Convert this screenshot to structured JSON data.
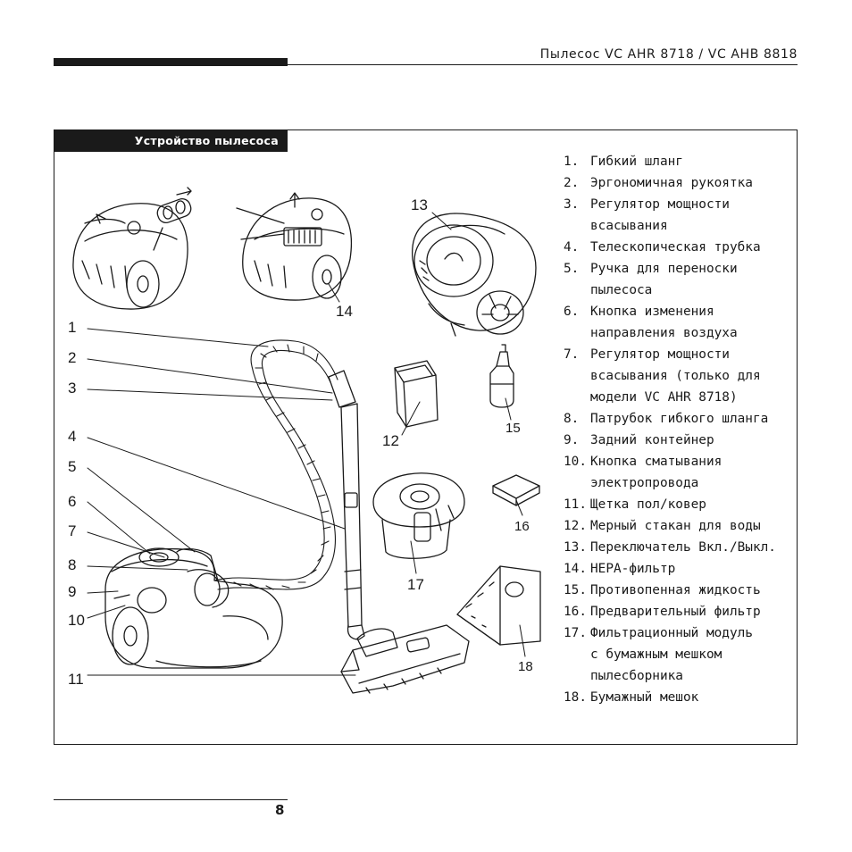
{
  "header": {
    "title": "Пылесос  VC AHR 8718 / VC AHB 8818"
  },
  "section": {
    "title": "Устройство пылесоса"
  },
  "callouts": [
    "1",
    "2",
    "3",
    "4",
    "5",
    "6",
    "7",
    "8",
    "9",
    "10",
    "11",
    "12",
    "13",
    "14",
    "15",
    "16",
    "17",
    "18"
  ],
  "parts": [
    {
      "num": "1.",
      "lines": [
        "Гибкий шланг"
      ]
    },
    {
      "num": "2.",
      "lines": [
        "Эргономичная рукоятка"
      ]
    },
    {
      "num": "3.",
      "lines": [
        "Регулятор мощности",
        "всасывания"
      ]
    },
    {
      "num": "4.",
      "lines": [
        "Телескопическая трубка"
      ]
    },
    {
      "num": "5.",
      "lines": [
        "Ручка для переноски",
        "пылесоса"
      ]
    },
    {
      "num": "6.",
      "lines": [
        "Кнопка изменения",
        "направления воздуха"
      ]
    },
    {
      "num": "7.",
      "lines": [
        "Регулятор мощности",
        "всасывания (только для",
        "модели VC AHR 8718)"
      ]
    },
    {
      "num": "8.",
      "lines": [
        "Патрубок гибкого шланга"
      ]
    },
    {
      "num": "9.",
      "lines": [
        "Задний контейнер"
      ]
    },
    {
      "num": "10.",
      "lines": [
        "Кнопка сматывания",
        "электропровода"
      ]
    },
    {
      "num": "11.",
      "lines": [
        "Щетка пол/ковер"
      ]
    },
    {
      "num": "12.",
      "lines": [
        "Мерный стакан для воды"
      ]
    },
    {
      "num": "13.",
      "lines": [
        "Переключатель Вкл./Выкл."
      ]
    },
    {
      "num": "14.",
      "lines": [
        "HEPA-фильтр"
      ]
    },
    {
      "num": "15.",
      "lines": [
        "Противопенная жидкость"
      ]
    },
    {
      "num": "16.",
      "lines": [
        "Предварительный фильтр"
      ]
    },
    {
      "num": "17.",
      "lines": [
        "Фильтрационный модуль",
        "с бумажным мешком",
        "пылесборника"
      ]
    },
    {
      "num": "18.",
      "lines": [
        "Бумажный мешок"
      ]
    }
  ],
  "footer": {
    "page_number": "8"
  }
}
